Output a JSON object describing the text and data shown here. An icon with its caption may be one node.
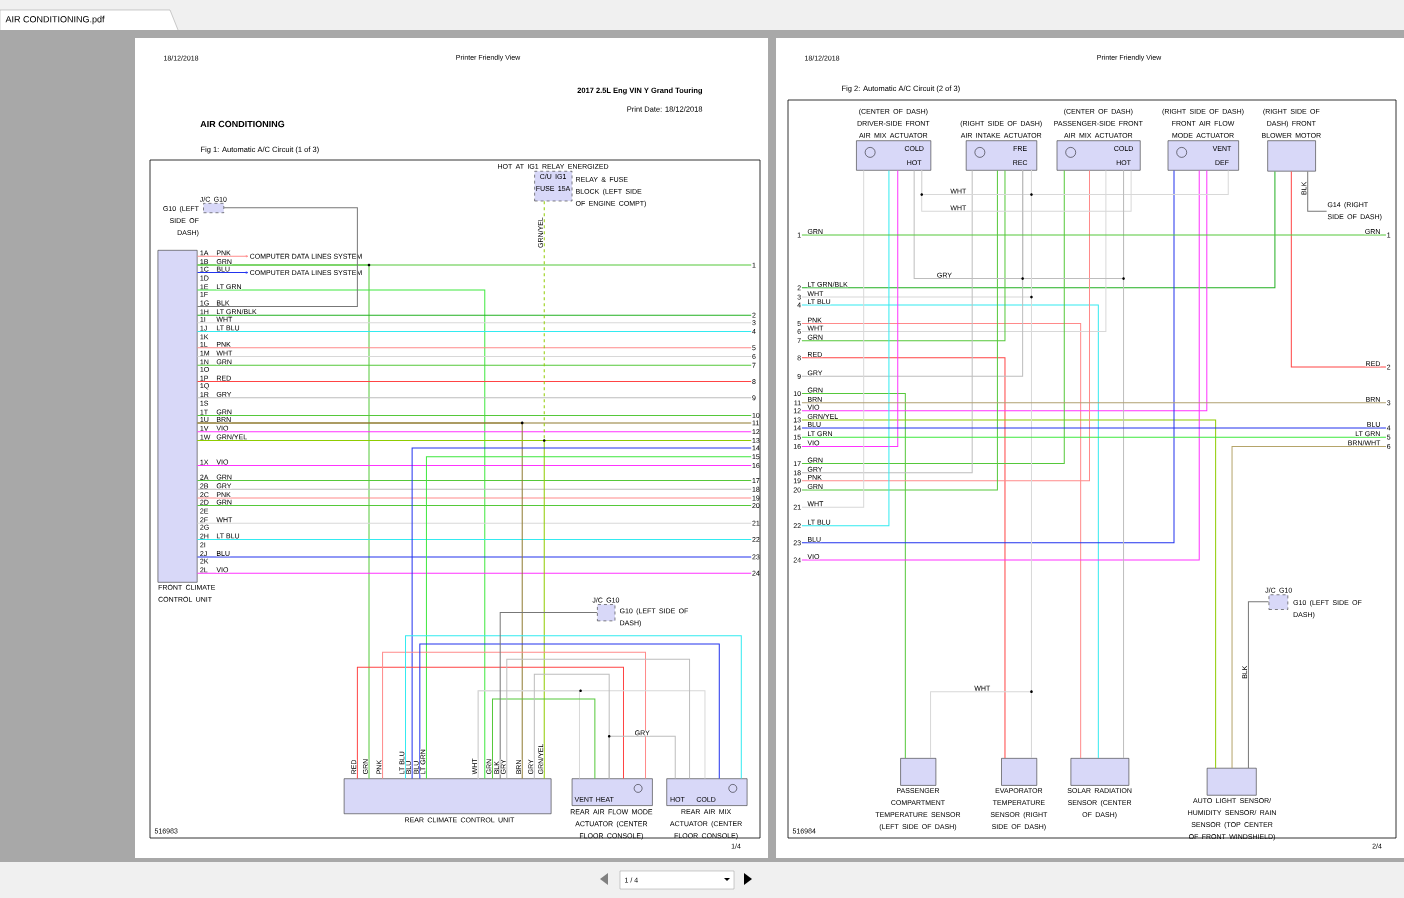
{
  "diagram": {
    "title": "AIR CONDITIONING",
    "nodes": [
      {
        "text": [
          "FRONT CLIMATE CONTROL UNIT"
        ],
        "beside": [
          "1A",
          "1B",
          "1C",
          "1D",
          "1E",
          "1F",
          "1G",
          "1H",
          "1I",
          "1J",
          "1K",
          "1L",
          "1M",
          "1N",
          "1O",
          "1P",
          "1Q",
          "1R",
          "1S",
          "1T",
          "1U",
          "1V",
          "1W",
          "1X",
          "2A",
          "2B",
          "2C",
          "2D",
          "2E",
          "2F",
          "2G",
          "2H",
          "2I",
          "2J",
          "2K",
          "2L"
        ]
      },
      {
        "text": [
          "C/U IG1 FUSE 15A",
          "RELAY & FUSE BLOCK (LEFT SIDE OF ENGINE COMPT)"
        ],
        "beside": [
          "HOT AT IG1 RELAY ENERGIZED"
        ]
      },
      {
        "text": [
          "J/C G10"
        ],
        "beside": [
          "G10 (LEFT SIDE OF DASH)"
        ]
      },
      {
        "text": [
          "COMPUTER DATA LINES SYSTEM"
        ]
      },
      {
        "text": [
          "COMPUTER DATA LINES SYSTEM"
        ]
      },
      {
        "text": [
          "J/C G10"
        ],
        "beside": [
          "G10 (LEFT SIDE OF DASH)"
        ]
      },
      {
        "text": [
          "REAR CLIMATE CONTROL UNIT"
        ]
      },
      {
        "text": [
          "VENT",
          "HEAT",
          "REAR AIR FLOW MODE ACTUATOR (CENTER FLOOR CONSOLE)"
        ]
      },
      {
        "text": [
          "HOT",
          "COLD",
          "REAR AIR MIX ACTUATOR (CENTER FLOOR CONSOLE)"
        ]
      },
      {
        "text": [
          "(CENTER OF DASH) DRIVER-SIDE FRONT AIR MIX ACTUATOR",
          "COLD",
          "HOT"
        ]
      },
      {
        "text": [
          "(RIGHT SIDE OF DASH) AIR INTAKE ACTUATOR",
          "FRE",
          "REC"
        ]
      },
      {
        "text": [
          "(CENTER OF DASH) PASSENGER-SIDE FRONT AIR MIX ACTUATOR",
          "COLD",
          "HOT"
        ]
      },
      {
        "text": [
          "(RIGHT SIDE OF DASH) FRONT AIR FLOW MODE ACTUATOR",
          "VENT",
          "DEF"
        ]
      },
      {
        "text": [
          "(RIGHT SIDE OF DASH) FRONT BLOWER MOTOR"
        ]
      },
      {
        "text": [
          "G14 (RIGHT SIDE OF DASH)"
        ]
      },
      {
        "text": [
          "PASSENGER COMPARTMENT TEMPERATURE SENSOR (LEFT SIDE OF DASH)"
        ]
      },
      {
        "text": [
          "EVAPORATOR TEMPERATURE SENSOR (RIGHT SIDE OF DASH)"
        ]
      },
      {
        "text": [
          "SOLAR RADIATION SENSOR (CENTER OF DASH)"
        ]
      },
      {
        "text": [
          "AUTO LIGHT SENSOR/ HUMIDITY SENSOR/ RAIN SENSOR (TOP CENTER OF FRONT WINDSHIELD)"
        ]
      },
      {
        "text": [
          "J/C G10"
        ],
        "beside": [
          "G10 (LEFT SIDE OF DASH)"
        ]
      },
      {
        "text": [
          "1"
        ]
      },
      {
        "text": [
          "2"
        ]
      },
      {
        "text": [
          "3"
        ]
      },
      {
        "text": [
          "4"
        ]
      },
      {
        "text": [
          "5"
        ]
      },
      {
        "text": [
          "6"
        ]
      },
      {
        "text": [
          "7"
        ]
      },
      {
        "text": [
          "8"
        ]
      },
      {
        "text": [
          "9"
        ]
      },
      {
        "text": [
          "10"
        ]
      },
      {
        "text": [
          "11"
        ]
      },
      {
        "text": [
          "12"
        ]
      },
      {
        "text": [
          "13"
        ]
      },
      {
        "text": [
          "14"
        ]
      },
      {
        "text": [
          "15"
        ]
      },
      {
        "text": [
          "16"
        ]
      },
      {
        "text": [
          "17"
        ]
      },
      {
        "text": [
          "18"
        ]
      },
      {
        "text": [
          "19"
        ]
      },
      {
        "text": [
          "20"
        ]
      },
      {
        "text": [
          "21"
        ]
      },
      {
        "text": [
          "22"
        ]
      },
      {
        "text": [
          "23"
        ]
      },
      {
        "text": [
          "24"
        ]
      },
      {
        "text": [
          "1"
        ]
      },
      {
        "text": [
          "2"
        ]
      },
      {
        "text": [
          "3"
        ]
      },
      {
        "text": [
          "4"
        ]
      },
      {
        "text": [
          "5"
        ]
      },
      {
        "text": [
          "6"
        ]
      },
      {
        "text": [
          "7"
        ]
      },
      {
        "text": [
          "8"
        ]
      },
      {
        "text": [
          "9"
        ]
      },
      {
        "text": [
          "10"
        ]
      },
      {
        "text": [
          "11"
        ]
      },
      {
        "text": [
          "12"
        ]
      },
      {
        "text": [
          "13"
        ]
      },
      {
        "text": [
          "14"
        ]
      },
      {
        "text": [
          "15"
        ]
      },
      {
        "text": [
          "16"
        ]
      },
      {
        "text": [
          "17"
        ]
      },
      {
        "text": [
          "18"
        ]
      },
      {
        "text": [
          "19"
        ]
      },
      {
        "text": [
          "20"
        ]
      },
      {
        "text": [
          "21"
        ]
      },
      {
        "text": [
          "22"
        ]
      },
      {
        "text": [
          "23"
        ]
      },
      {
        "text": [
          "24"
        ]
      },
      {
        "text": [
          "1"
        ]
      },
      {
        "text": [
          "2"
        ]
      },
      {
        "text": [
          "3"
        ]
      },
      {
        "text": [
          "4"
        ]
      },
      {
        "text": [
          "5"
        ]
      },
      {
        "text": [
          "6"
        ]
      }
    ],
    "edges": [
      {
        "from": 0,
        "to": 3,
        "arrow": "to",
        "label": "PNK",
        "color": "#ff8a8a"
      },
      {
        "from": 0,
        "to": 4,
        "arrow": "to",
        "label": "BLU",
        "color": "#2233ee"
      },
      {
        "from": 0,
        "to": 20,
        "arrow": "none",
        "label": "GRN",
        "color": "#55c83a"
      },
      {
        "from": 0,
        "to": 6,
        "arrow": "none",
        "label": "GRN",
        "color": "#55c83a"
      },
      {
        "from": 0,
        "to": 6,
        "arrow": "none",
        "label": "LT GRN",
        "color": "#3ee83e"
      },
      {
        "from": 0,
        "to": 2,
        "arrow": "none",
        "label": "BLK",
        "color": "#777777"
      },
      {
        "from": 0,
        "to": 21,
        "arrow": "none",
        "label": "LT GRN/BLK",
        "color": "#22b022"
      },
      {
        "from": 0,
        "to": 22,
        "arrow": "none",
        "label": "WHT",
        "color": "#d8d8d8"
      },
      {
        "from": 0,
        "to": 23,
        "arrow": "none",
        "label": "LT BLU",
        "color": "#33eaf0"
      },
      {
        "from": 0,
        "to": 24,
        "arrow": "none",
        "label": "PNK",
        "color": "#ff8a8a"
      },
      {
        "from": 0,
        "to": 25,
        "arrow": "none",
        "label": "WHT",
        "color": "#d8d8d8"
      },
      {
        "from": 0,
        "to": 26,
        "arrow": "none",
        "label": "GRN",
        "color": "#55c83a"
      },
      {
        "from": 0,
        "to": 27,
        "arrow": "none",
        "label": "RED",
        "color": "#ff4444"
      },
      {
        "from": 0,
        "to": 28,
        "arrow": "none",
        "label": "GRY",
        "color": "#bdbdbd"
      },
      {
        "from": 0,
        "to": 29,
        "arrow": "none",
        "label": "GRN",
        "color": "#55c83a"
      },
      {
        "from": 0,
        "to": 30,
        "arrow": "none",
        "label": "BRN",
        "color": "#8f7a30"
      },
      {
        "from": 0,
        "to": 31,
        "arrow": "none",
        "label": "VIO",
        "color": "#ff33ff"
      },
      {
        "from": 0,
        "to": 32,
        "arrow": "none",
        "label": "GRN/YEL",
        "color": "#8fcc00"
      },
      {
        "from": 0,
        "to": 35,
        "arrow": "none",
        "label": "VIO",
        "color": "#ff33ff"
      },
      {
        "from": 0,
        "to": 36,
        "arrow": "none",
        "label": "GRN",
        "color": "#55c83a"
      },
      {
        "from": 0,
        "to": 37,
        "arrow": "none",
        "label": "GRY",
        "color": "#bdbdbd"
      },
      {
        "from": 0,
        "to": 38,
        "arrow": "none",
        "label": "PNK",
        "color": "#ff8a8a"
      },
      {
        "from": 0,
        "to": 39,
        "arrow": "none",
        "label": "GRN",
        "color": "#55c83a"
      },
      {
        "from": 0,
        "to": 40,
        "arrow": "none",
        "label": "WHT",
        "color": "#d8d8d8"
      },
      {
        "from": 0,
        "to": 41,
        "arrow": "none",
        "label": "LT BLU",
        "color": "#33eaf0"
      },
      {
        "from": 0,
        "to": 42,
        "arrow": "none",
        "label": "BLU",
        "color": "#2233ee"
      },
      {
        "from": 0,
        "to": 43,
        "arrow": "none",
        "label": "VIO",
        "color": "#ff33ff"
      },
      {
        "from": 0,
        "to": 6,
        "arrow": "none",
        "label": "BRN",
        "color": "#8f7a30"
      },
      {
        "from": 1,
        "to": 0,
        "arrow": "none",
        "label": "GRN/YEL",
        "color": "#8fcc00",
        "style": "dashed"
      },
      {
        "from": 0,
        "to": 6,
        "arrow": "none",
        "label": "GRN/YEL",
        "color": "#8fcc00"
      },
      {
        "from": 6,
        "to": 33,
        "arrow": "none",
        "label": "BLU",
        "color": "#2233ee"
      },
      {
        "from": 6,
        "to": 34,
        "arrow": "none",
        "label": "LT GRN",
        "color": "#3ee83e"
      },
      {
        "from": 6,
        "to": 7,
        "arrow": "none",
        "label": "RED",
        "color": "#ff4444"
      },
      {
        "from": 6,
        "to": 7,
        "arrow": "none",
        "label": "PNK",
        "color": "#ff8a8a"
      },
      {
        "from": 6,
        "to": 8,
        "arrow": "none",
        "label": "LT BLU",
        "color": "#33eaf0"
      },
      {
        "from": 6,
        "to": 8,
        "arrow": "none",
        "label": "BLU",
        "color": "#2233ee"
      },
      {
        "from": 6,
        "to": 8,
        "arrow": "none",
        "label": "WHT",
        "color": "#d8d8d8"
      },
      {
        "from": 6,
        "to": 7,
        "arrow": "none",
        "color": "#d8d8d8"
      },
      {
        "from": 6,
        "to": 7,
        "arrow": "none",
        "label": "GRN",
        "color": "#55c83a"
      },
      {
        "from": 6,
        "to": 5,
        "arrow": "none",
        "label": "BLK",
        "color": "#777777"
      },
      {
        "from": 6,
        "to": 8,
        "arrow": "none",
        "label": "GRY",
        "color": "#bdbdbd"
      },
      {
        "from": 6,
        "to": 7,
        "arrow": "none",
        "label": "GRY",
        "color": "#bdbdbd"
      },
      {
        "from": 7,
        "to": 8,
        "arrow": "none",
        "label": "GRY",
        "color": "#bdbdbd"
      },
      {
        "from": 45,
        "to": 13,
        "arrow": "none",
        "label": "LT GRN/BLK",
        "color": "#22b022"
      },
      {
        "from": 46,
        "to": 10,
        "arrow": "none",
        "label": "WHT",
        "color": "#d8d8d8"
      },
      {
        "from": 47,
        "to": 17,
        "arrow": "none",
        "label": "LT BLU",
        "color": "#33eaf0"
      },
      {
        "from": 48,
        "to": 17,
        "arrow": "none",
        "label": "PNK",
        "color": "#ff8a8a"
      },
      {
        "from": 49,
        "to": 11,
        "arrow": "none",
        "label": "WHT",
        "color": "#d8d8d8"
      },
      {
        "from": 50,
        "to": 10,
        "arrow": "none",
        "label": "GRN",
        "color": "#55c83a"
      },
      {
        "from": 51,
        "to": 16,
        "arrow": "none",
        "label": "RED",
        "color": "#ff4444"
      },
      {
        "from": 52,
        "to": 10,
        "arrow": "none",
        "label": "GRY",
        "color": "#bdbdbd"
      },
      {
        "from": 53,
        "to": 15,
        "arrow": "none",
        "label": "GRN",
        "color": "#55c83a"
      },
      {
        "from": 55,
        "to": 12,
        "arrow": "none",
        "label": "VIO",
        "color": "#ff33ff"
      },
      {
        "from": 56,
        "to": 18,
        "arrow": "none",
        "label": "GRN/YEL",
        "color": "#8fcc00"
      },
      {
        "from": 59,
        "to": 9,
        "arrow": "none",
        "label": "VIO",
        "color": "#ff33ff"
      },
      {
        "from": 60,
        "to": 11,
        "arrow": "none",
        "label": "GRN",
        "color": "#55c83a"
      },
      {
        "from": 61,
        "to": 10,
        "arrow": "none",
        "label": "GRY",
        "color": "#bdbdbd"
      },
      {
        "from": 62,
        "to": 11,
        "arrow": "none",
        "label": "PNK",
        "color": "#ff8a8a"
      },
      {
        "from": 63,
        "to": 10,
        "arrow": "none",
        "label": "GRN",
        "color": "#55c83a"
      },
      {
        "from": 64,
        "to": 9,
        "arrow": "none",
        "label": "WHT",
        "color": "#d8d8d8"
      },
      {
        "from": 65,
        "to": 9,
        "arrow": "none",
        "label": "LT BLU",
        "color": "#33eaf0"
      },
      {
        "from": 66,
        "to": 12,
        "arrow": "none",
        "label": "BLU",
        "color": "#2233ee"
      },
      {
        "from": 67,
        "to": 12,
        "arrow": "none",
        "label": "VIO",
        "color": "#ff33ff"
      },
      {
        "from": 13,
        "to": 69,
        "arrow": "none",
        "label": "RED",
        "color": "#ff4444"
      },
      {
        "from": 73,
        "to": 18,
        "arrow": "none",
        "label": "BRN/WHT",
        "color": "#b5a46a"
      },
      {
        "from": 13,
        "to": 14,
        "arrow": "none",
        "label": "BLK",
        "color": "#777777"
      },
      {
        "from": 10,
        "to": 9,
        "arrow": "none",
        "label": "WHT",
        "color": "#d8d8d8"
      },
      {
        "from": 10,
        "to": 12,
        "arrow": "none",
        "color": "#d8d8d8"
      },
      {
        "from": 9,
        "to": 11,
        "arrow": "none",
        "label": "WHT",
        "color": "#d8d8d8"
      },
      {
        "from": 10,
        "to": 9,
        "arrow": "none",
        "label": "GRY",
        "color": "#bdbdbd"
      },
      {
        "from": 10,
        "to": 11,
        "arrow": "none",
        "color": "#bdbdbd"
      },
      {
        "from": 17,
        "to": 11,
        "arrow": "none",
        "color": "#bdbdbd"
      },
      {
        "from": 10,
        "to": 16,
        "arrow": "none",
        "color": "#d8d8d8"
      },
      {
        "from": 16,
        "to": 15,
        "arrow": "none",
        "label": "WHT",
        "color": "#d8d8d8"
      },
      {
        "from": 18,
        "to": 19,
        "arrow": "none",
        "label": "BLK",
        "color": "#777777"
      },
      {
        "from": 44,
        "to": 68,
        "arrow": "none",
        "label": "GRN",
        "color": "#55c83a"
      },
      {
        "from": 54,
        "to": 70,
        "arrow": "none",
        "label": "BRN",
        "color": "#b0a070"
      },
      {
        "from": 57,
        "to": 71,
        "arrow": "none",
        "label": "BLU",
        "color": "#2233ee"
      },
      {
        "from": 58,
        "to": 72,
        "arrow": "none",
        "label": "LT GRN",
        "color": "#3ee83e"
      }
    ],
    "labels": [
      "AIR CONDITIONING.pdf",
      "18/12/2018",
      "Printer Friendly View",
      "2017 2.5L Eng VIN Y Grand Touring",
      "Print Date: 18/12/2018",
      "Fig 1: Automatic A/C Circuit (1 of 3)",
      "516983",
      "1/4",
      "18/12/2018",
      "Printer Friendly View",
      "Fig 2: Automatic A/C Circuit (2 of 3)",
      "GRN",
      "BRN",
      "BLU",
      "LT GRN",
      "516984",
      "2/4",
      "1 / 4"
    ]
  }
}
